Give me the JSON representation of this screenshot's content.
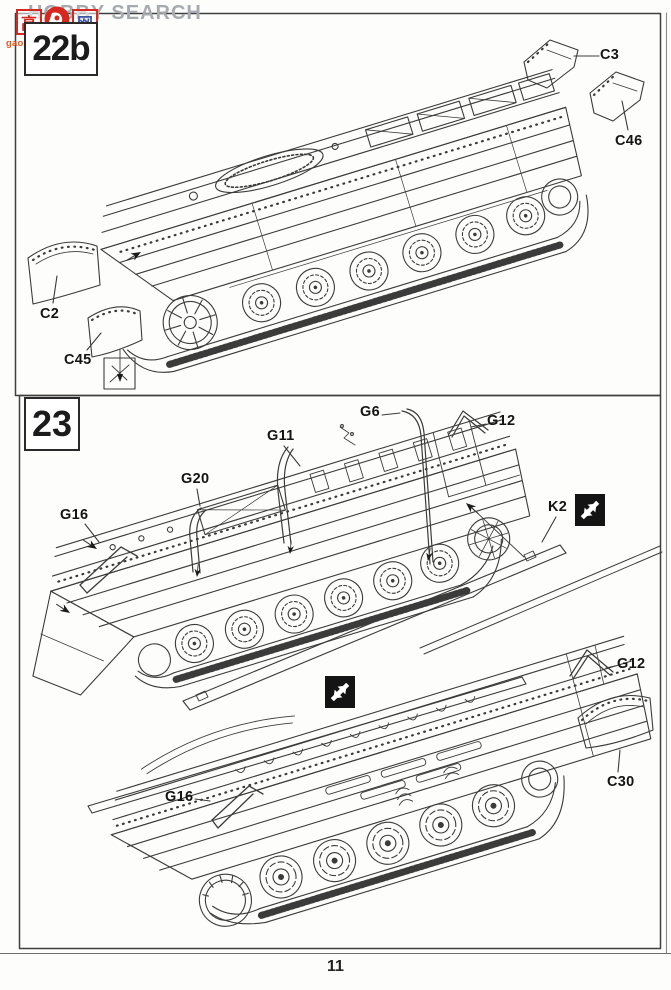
{
  "header": {
    "brand": "HOBBY SEARCH",
    "watermark": {
      "char_left": "高",
      "char_right": "网",
      "url": "gao-shou.com"
    }
  },
  "footer": {
    "page_number": "11"
  },
  "step22b": {
    "number": "22b",
    "parts": {
      "c3": "C3",
      "c46": "C46",
      "c2": "C2",
      "c45": "C45"
    }
  },
  "step23": {
    "number": "23",
    "parts": {
      "g16_upper": "G16",
      "g20": "G20",
      "g11": "G11",
      "g6": "G6",
      "g12_upper": "G12",
      "k2": "K2",
      "g12_lower": "G12",
      "c30": "C30",
      "g16_lower": "G16"
    }
  },
  "colors": {
    "line": "#3b3b3b",
    "label": "#141414",
    "brand_gray": "#a7abb0",
    "red": "#d6281e",
    "orange": "#e8551a",
    "blue": "#3d55a5"
  }
}
